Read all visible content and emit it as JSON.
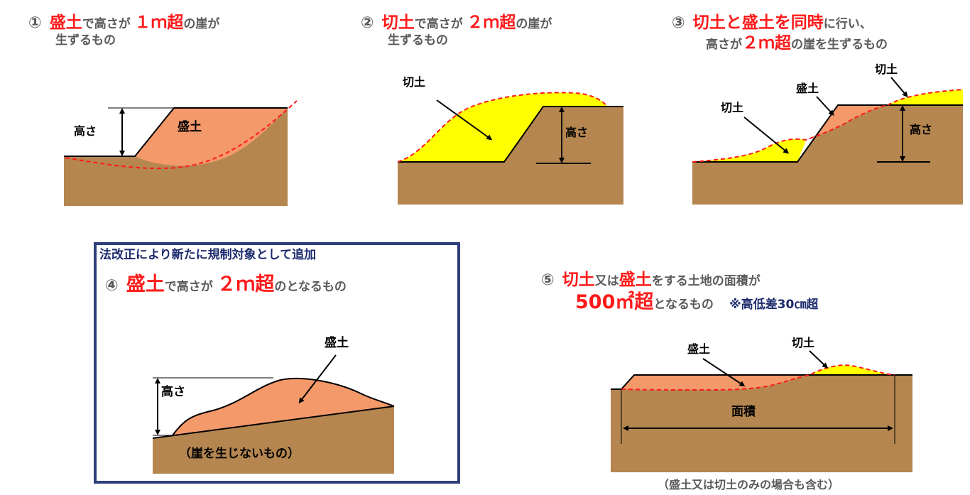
{
  "item1": {
    "num": "①",
    "red1": "盛土",
    "t1": "で高さが",
    "red2": "１ｍ超",
    "t2": "の崖が",
    "line2": "生ずるもの",
    "label_height": "高さ",
    "label_fill": "盛土"
  },
  "item2": {
    "num": "②",
    "red1": "切土",
    "t1": "で高さが",
    "red2": "２ｍ超",
    "t2": "の崖が",
    "line2": "生ずるもの",
    "label_cut": "切土",
    "label_height": "高さ"
  },
  "item3": {
    "num": "③",
    "red1": "切土と盛土を同時",
    "t1": "に行い、",
    "t2a": "高さが",
    "red2": "２ｍ超",
    "t2b": "の崖を生ずるもの",
    "label_cut_top": "切土",
    "label_fill": "盛土",
    "label_cut_left": "切土",
    "label_height": "高さ"
  },
  "item4": {
    "banner": "法改正により新たに規制対象として追加",
    "num": "④",
    "red1": "盛土",
    "t1": "で高さが",
    "red2": "２ｍ超",
    "t2": "のとなるもの",
    "label_fill": "盛土",
    "label_height": "高さ",
    "note": "（崖を生じないもの）"
  },
  "item5": {
    "num": "⑤",
    "red1": "切土",
    "t1": "又は",
    "red2": "盛土",
    "t2": "をする土地の面積が",
    "red3": "500㎡超",
    "t3": "となるもの",
    "note_navy": "※高低差30㎝超",
    "label_fill": "盛土",
    "label_cut": "切土",
    "label_area": "面積",
    "bottom_note": "（盛土又は切土のみの場合も含む）"
  },
  "colors": {
    "earth": "#b5864f",
    "fill": "#f4996a",
    "cut": "#ffff00",
    "dash": "#ff1a1a",
    "frame": "#2f3f7a"
  }
}
